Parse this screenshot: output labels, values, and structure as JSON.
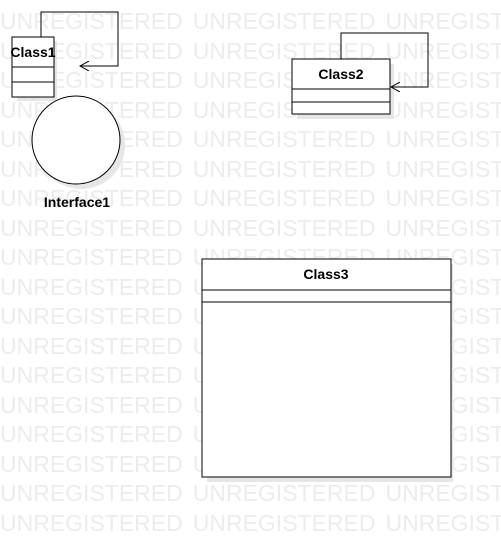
{
  "watermark": {
    "text": "UNREGISTERED"
  },
  "colors": {
    "stroke": "#000000",
    "shadow": "#e6e6e6",
    "watermark": "#ececec",
    "fill": "#ffffff"
  },
  "diagram": {
    "classes": [
      {
        "id": "class1",
        "name": "Class1",
        "self_association": true
      },
      {
        "id": "class2",
        "name": "Class2",
        "self_association": true
      },
      {
        "id": "class3",
        "name": "Class3",
        "self_association": false
      }
    ],
    "interfaces": [
      {
        "id": "interface1",
        "name": "Interface1",
        "notation": "circle"
      }
    ]
  }
}
